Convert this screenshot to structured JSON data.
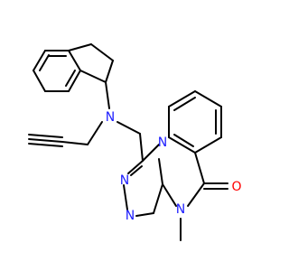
{
  "colors": {
    "carbon": "#000000",
    "nitrogen": "#2020ff",
    "oxygen": "#ff0000",
    "background": "#ffffff"
  },
  "atoms": {
    "n_amine": "N",
    "n_triazole_a": "N",
    "n_triazole_b": "N",
    "n_fused": "N",
    "n_methyl": "N",
    "o_carbonyl": "O"
  }
}
